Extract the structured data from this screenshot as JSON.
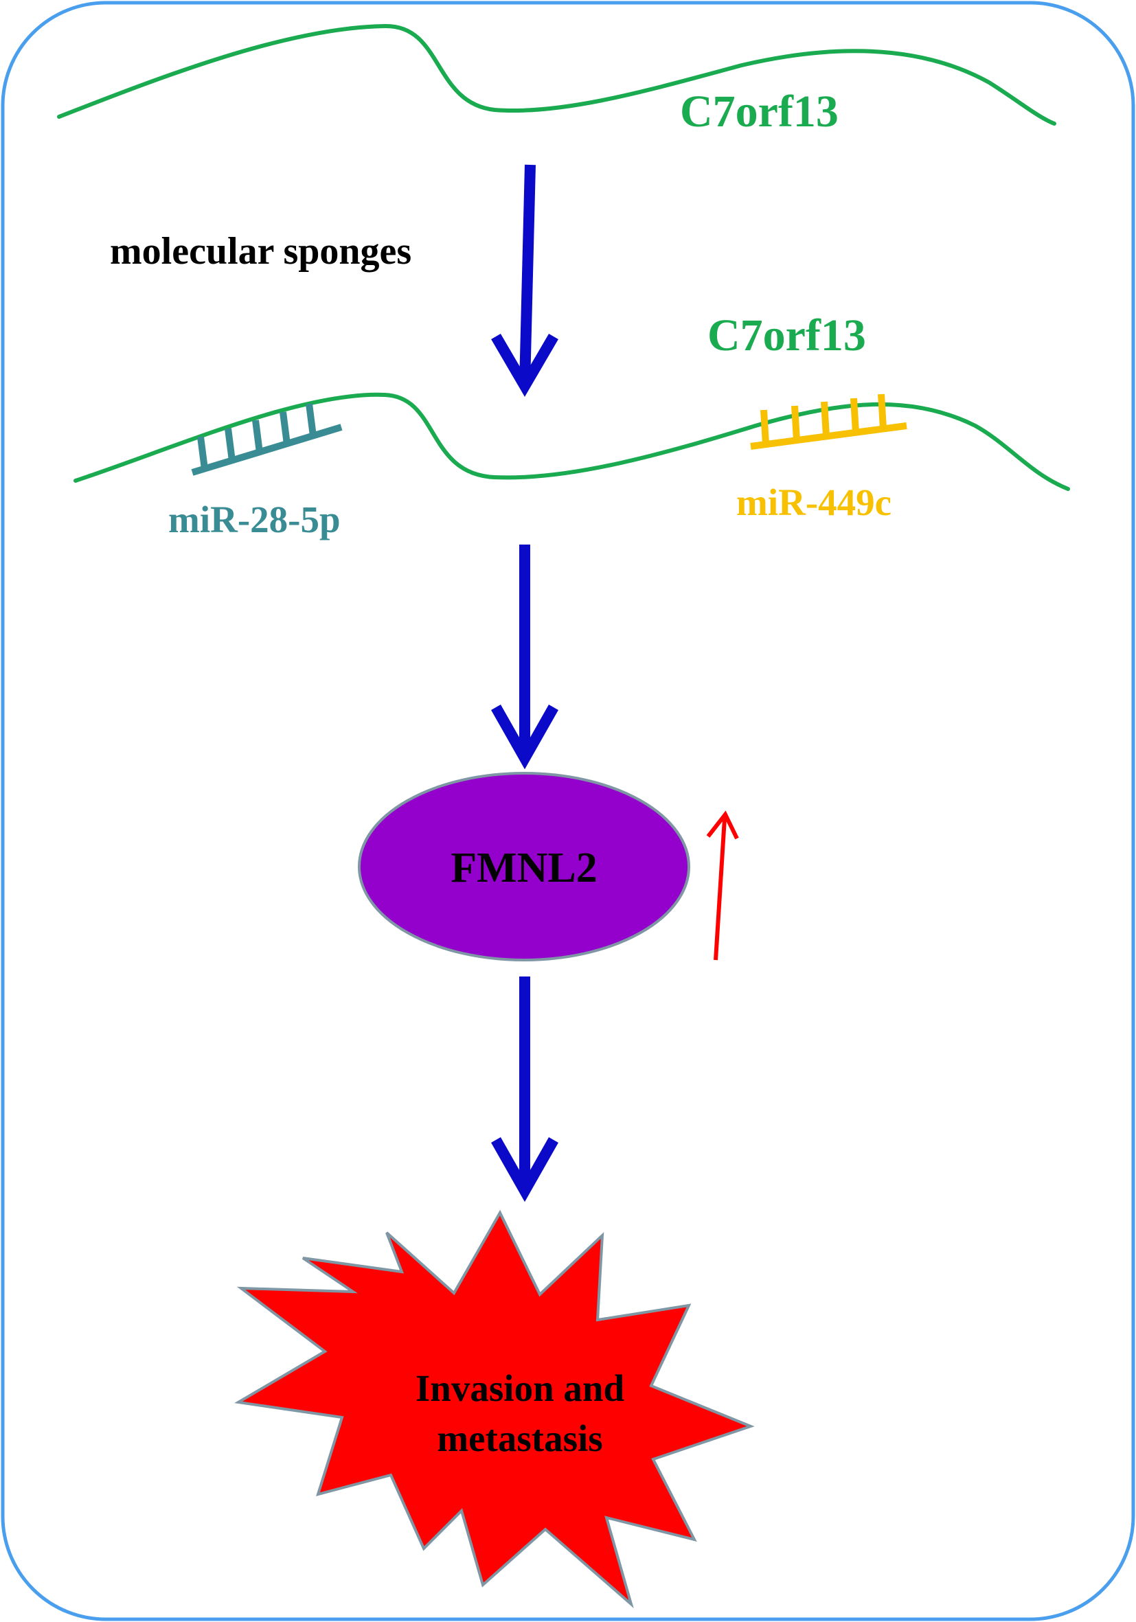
{
  "diagram": {
    "molecule_label_top": "C7orf13",
    "molecule_label_mid": "C7orf13",
    "mechanism_label": "molecular sponges",
    "mirna_left": "miR-28-5p",
    "mirna_right": "miR-449c",
    "target_gene": "FMNL2",
    "outcome_line1": "Invasion and",
    "outcome_line2": "metastasis"
  },
  "colors": {
    "frame": "#4a9eee",
    "rna_strand": "#1aaa50",
    "pathway_arrow": "#0a0ac8",
    "mirna_left": "#3a8c94",
    "mirna_right": "#f7c000",
    "gene_fill": "#9400cc",
    "gene_outline": "#7f97a5",
    "outcome_fill": "#ff0000",
    "upregulation_arrow": "#ff0000",
    "text_dark": "#000000"
  },
  "icons": {
    "upregulation": "arrow-up-icon",
    "pathway": "arrow-down-icon",
    "outcome": "starburst-icon"
  }
}
